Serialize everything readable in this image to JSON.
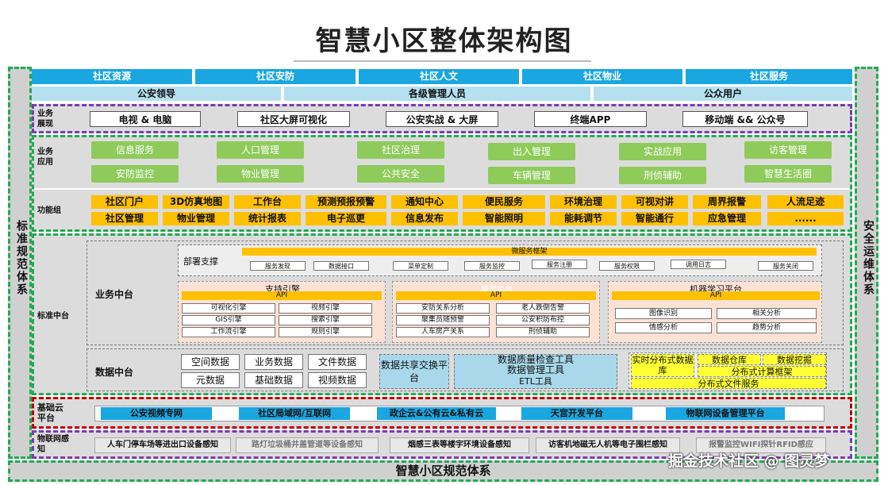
{
  "title": "智慧小区整体架构图",
  "left_side": "标准规范体系",
  "right_side": "安全运维体系",
  "footer": "智慧小区规范体系",
  "watermark": "掘金技术社区 @ 图灵梦",
  "top_tabs": [
    "社区资源",
    "社区安防",
    "社区人文",
    "社区物业",
    "社区服务"
  ],
  "users": [
    "公安领导",
    "各级管理人员",
    "公众用户"
  ],
  "display": {
    "label": "业务展现",
    "items": [
      "电视 & 电脑",
      "社区大屏可视化",
      "公安实战 & 大屏",
      "终端APP",
      "移动端 && 公众号"
    ]
  },
  "apps": {
    "label": "业务应用",
    "row1": [
      "信息服务",
      "人口管理",
      "社区治理",
      "出入管理",
      "实战应用",
      "访客管理"
    ],
    "row2": [
      "安防监控",
      "物业管理",
      "公共安全",
      "车辆管理",
      "刑侦辅助",
      "智慧生活圈"
    ]
  },
  "funcs": {
    "label": "功能组",
    "row1": [
      "社区门户",
      "3D仿真地图",
      "工作台",
      "预测预报预警",
      "通知中心",
      "便民服务",
      "环境治理",
      "可视对讲",
      "周界报警",
      "人流足迹"
    ],
    "row2": [
      "社区管理",
      "物业管理",
      "统计报表",
      "电子巡更",
      "信息发布",
      "智能照明",
      "能耗调节",
      "智能通行",
      "应急管理",
      "......"
    ]
  },
  "mid": {
    "label": "标准中台",
    "biz_label": "业务中台",
    "deploy": {
      "label": "部署支撑",
      "bar": "微服务框架",
      "items": [
        "服务发现",
        "数据接口",
        "菜单定制",
        "服务监控",
        "服务注册",
        "服务权限",
        "调用日志",
        "服务关闭"
      ]
    },
    "engine": {
      "title": "支持引擎",
      "api": "API",
      "items": [
        "可视化引擎",
        "视频引擎",
        "GIS引擎",
        "搜索引擎",
        "工作流引擎",
        "规则引擎"
      ]
    },
    "model": {
      "title": "模型中台",
      "api": "API",
      "items": [
        "安防关系分析",
        "老人跌倒告警",
        "聚集员随预警",
        "公安积防布控",
        "人车房产关系",
        "刑侦辅助"
      ]
    },
    "ml": {
      "title": "机器学习平台",
      "api": "API",
      "items": [
        "图像识别",
        "相关分析",
        "情感分析",
        "趋势分析"
      ]
    },
    "data_label": "数据中台",
    "data_items": [
      "空间数据",
      "业务数据",
      "文件数据",
      "元数据",
      "基础数据",
      "视频数据"
    ],
    "share": "数据共享交换平台",
    "quality": [
      "数据质量检查工具",
      "数据管理工具",
      "ETL工具"
    ],
    "bigdata": [
      "实时分布式数据库",
      "数据仓库",
      "数据挖掘",
      "分布式计算框架",
      "分布式文件服务"
    ]
  },
  "cloud": {
    "label": "基础云平台",
    "items": [
      "公安视频专网",
      "社区局域网/互联网",
      "政企云&公有云&私有云",
      "天宫开发平台",
      "物联网设备管理平台"
    ]
  },
  "iot": {
    "label": "物联网感知",
    "items": [
      "人车门停车场等进出口设备感知",
      "路灯垃圾桶井盖管道等设备感知",
      "烟感三表等楼宇环境设备感知",
      "访客机地磁无人机等电子围栏感知",
      "报警监控WIFI探针RFID感应"
    ]
  }
}
